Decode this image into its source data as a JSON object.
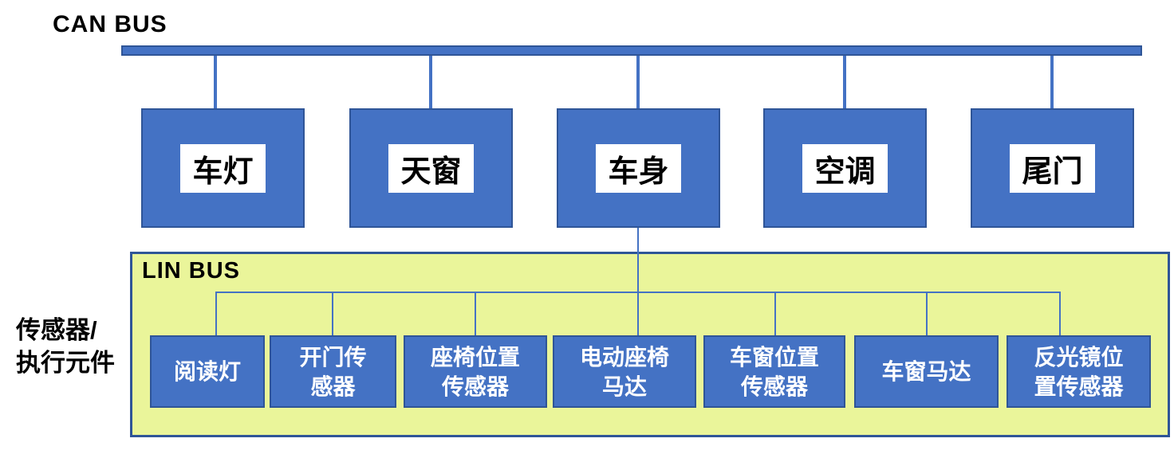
{
  "can_bus": {
    "label": "CAN BUS"
  },
  "lin_bus": {
    "label": "LIN BUS"
  },
  "side_label": {
    "line1": "传感器/",
    "line2": "执行元件"
  },
  "can_nodes": [
    {
      "label": "车灯"
    },
    {
      "label": "天窗"
    },
    {
      "label": "车身"
    },
    {
      "label": "空调"
    },
    {
      "label": "尾门"
    }
  ],
  "lin_nodes": [
    {
      "label": "阅读灯",
      "lines": [
        "阅读灯"
      ]
    },
    {
      "label": "开门传感器",
      "lines": [
        "开门传",
        "感器"
      ]
    },
    {
      "label": "座椅位置传感器",
      "lines": [
        "座椅位置",
        "传感器"
      ]
    },
    {
      "label": "电动座椅马达",
      "lines": [
        "电动座椅",
        "马达"
      ]
    },
    {
      "label": "车窗位置传感器",
      "lines": [
        "车窗位置",
        "传感器"
      ]
    },
    {
      "label": "车窗马达",
      "lines": [
        "车窗马达"
      ]
    },
    {
      "label": "反光镜位置传感器",
      "lines": [
        "反光镜位",
        "置传感器"
      ]
    }
  ],
  "colors": {
    "node_fill": "#4472C4",
    "node_border": "#2F5597",
    "bar_fill": "#4472C4",
    "bar_border": "#2F5597",
    "lin_fill": "#EAF59A",
    "lin_border": "#2F5597",
    "connector": "#4472C4"
  }
}
